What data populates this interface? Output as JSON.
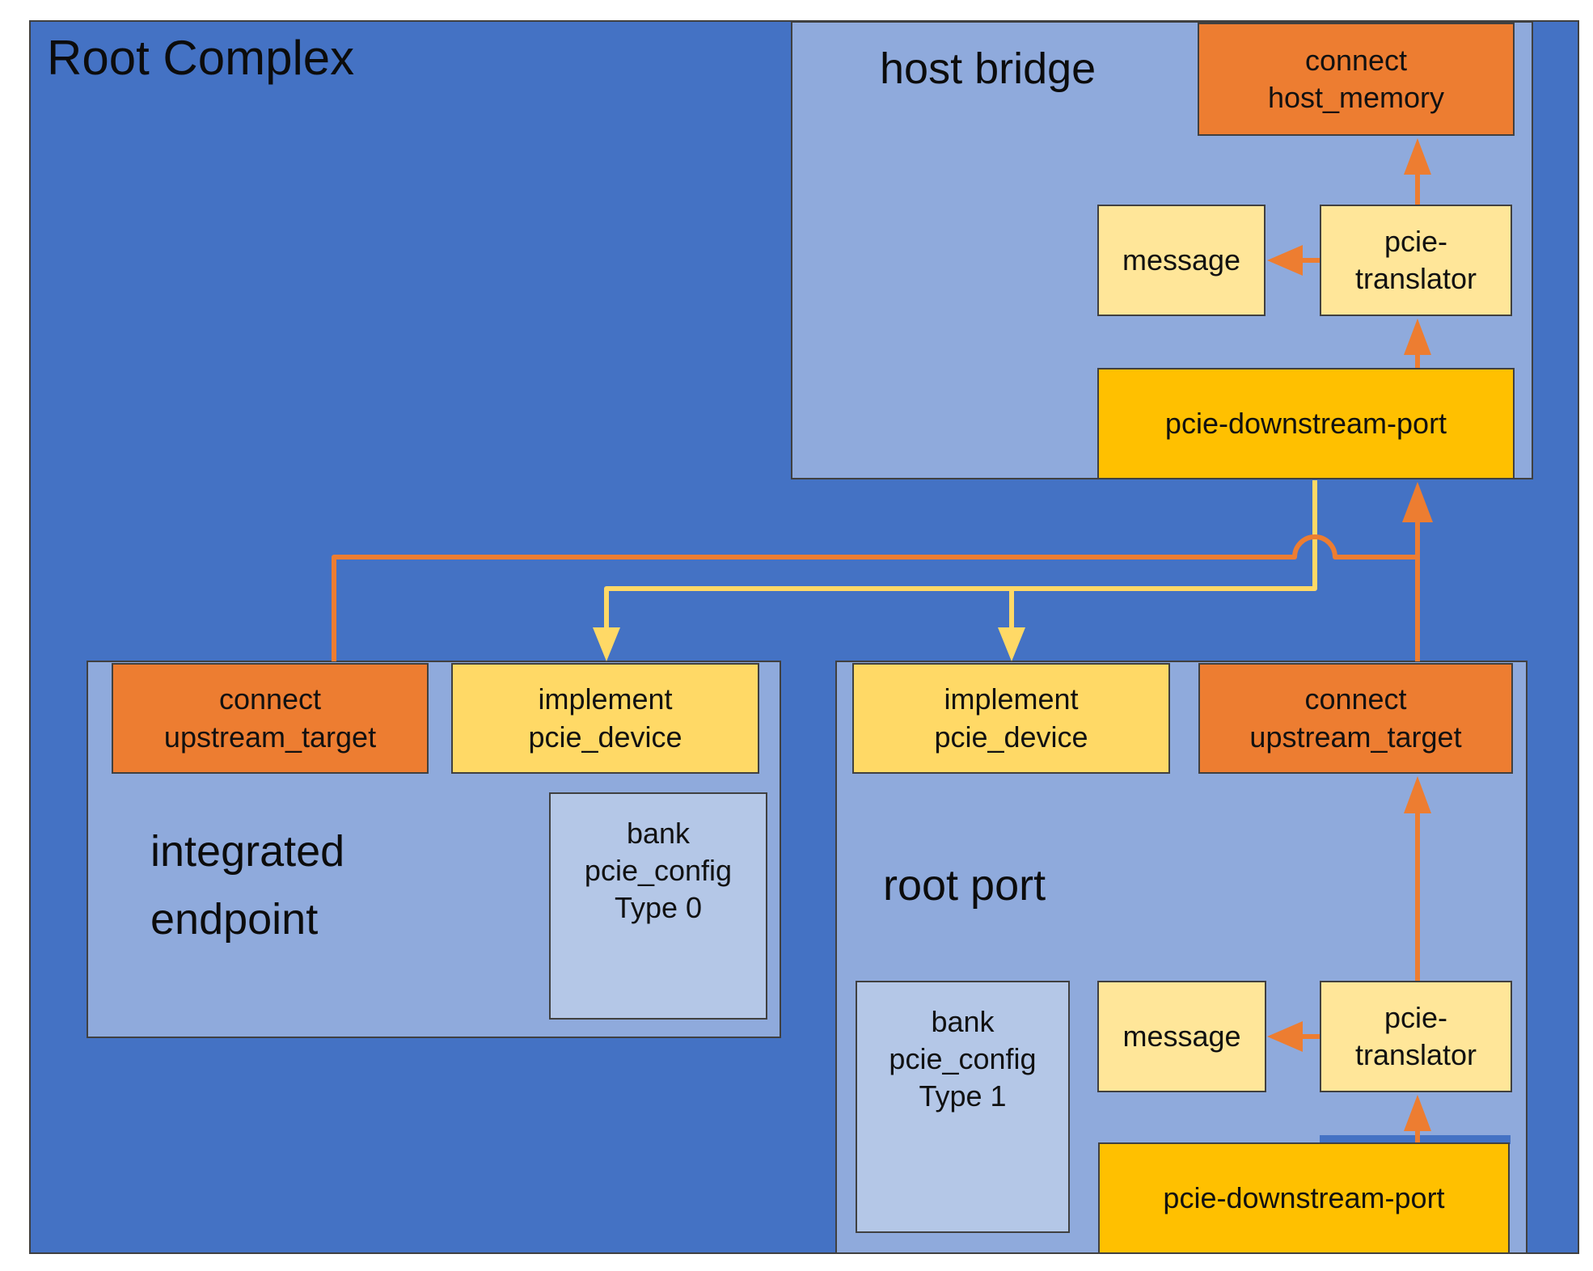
{
  "diagram_title": "Root Complex",
  "colors": {
    "root_blue": "#4472C4",
    "panel_blue": "#8FAADC",
    "bank_blue": "#B4C7E7",
    "implement_yellow": "#FFD966",
    "cream": "#FFE699",
    "gold": "#FFC000",
    "orange": "#ED7D31",
    "connector_yellow": "#FFD966"
  },
  "host_bridge": {
    "title": "host bridge",
    "connect_host_memory": "connect\nhost_memory",
    "message": "message",
    "pcie_translator": "pcie-\ntranslator",
    "pcie_downstream_port": "pcie-downstream-port"
  },
  "integrated_endpoint": {
    "title": "integrated\nendpoint",
    "connect_upstream_target": "connect\nupstream_target",
    "implement_pcie_device": "implement\npcie_device",
    "bank_pcie_config": "bank\npcie_config\nType 0"
  },
  "root_port": {
    "title": "root port",
    "implement_pcie_device": "implement\npcie_device",
    "connect_upstream_target": "connect\nupstream_target",
    "bank_pcie_config": "bank\npcie_config\nType 1",
    "message": "message",
    "pcie_translator": "pcie-\ntranslator",
    "pcie_downstream_port": "pcie-downstream-port"
  }
}
